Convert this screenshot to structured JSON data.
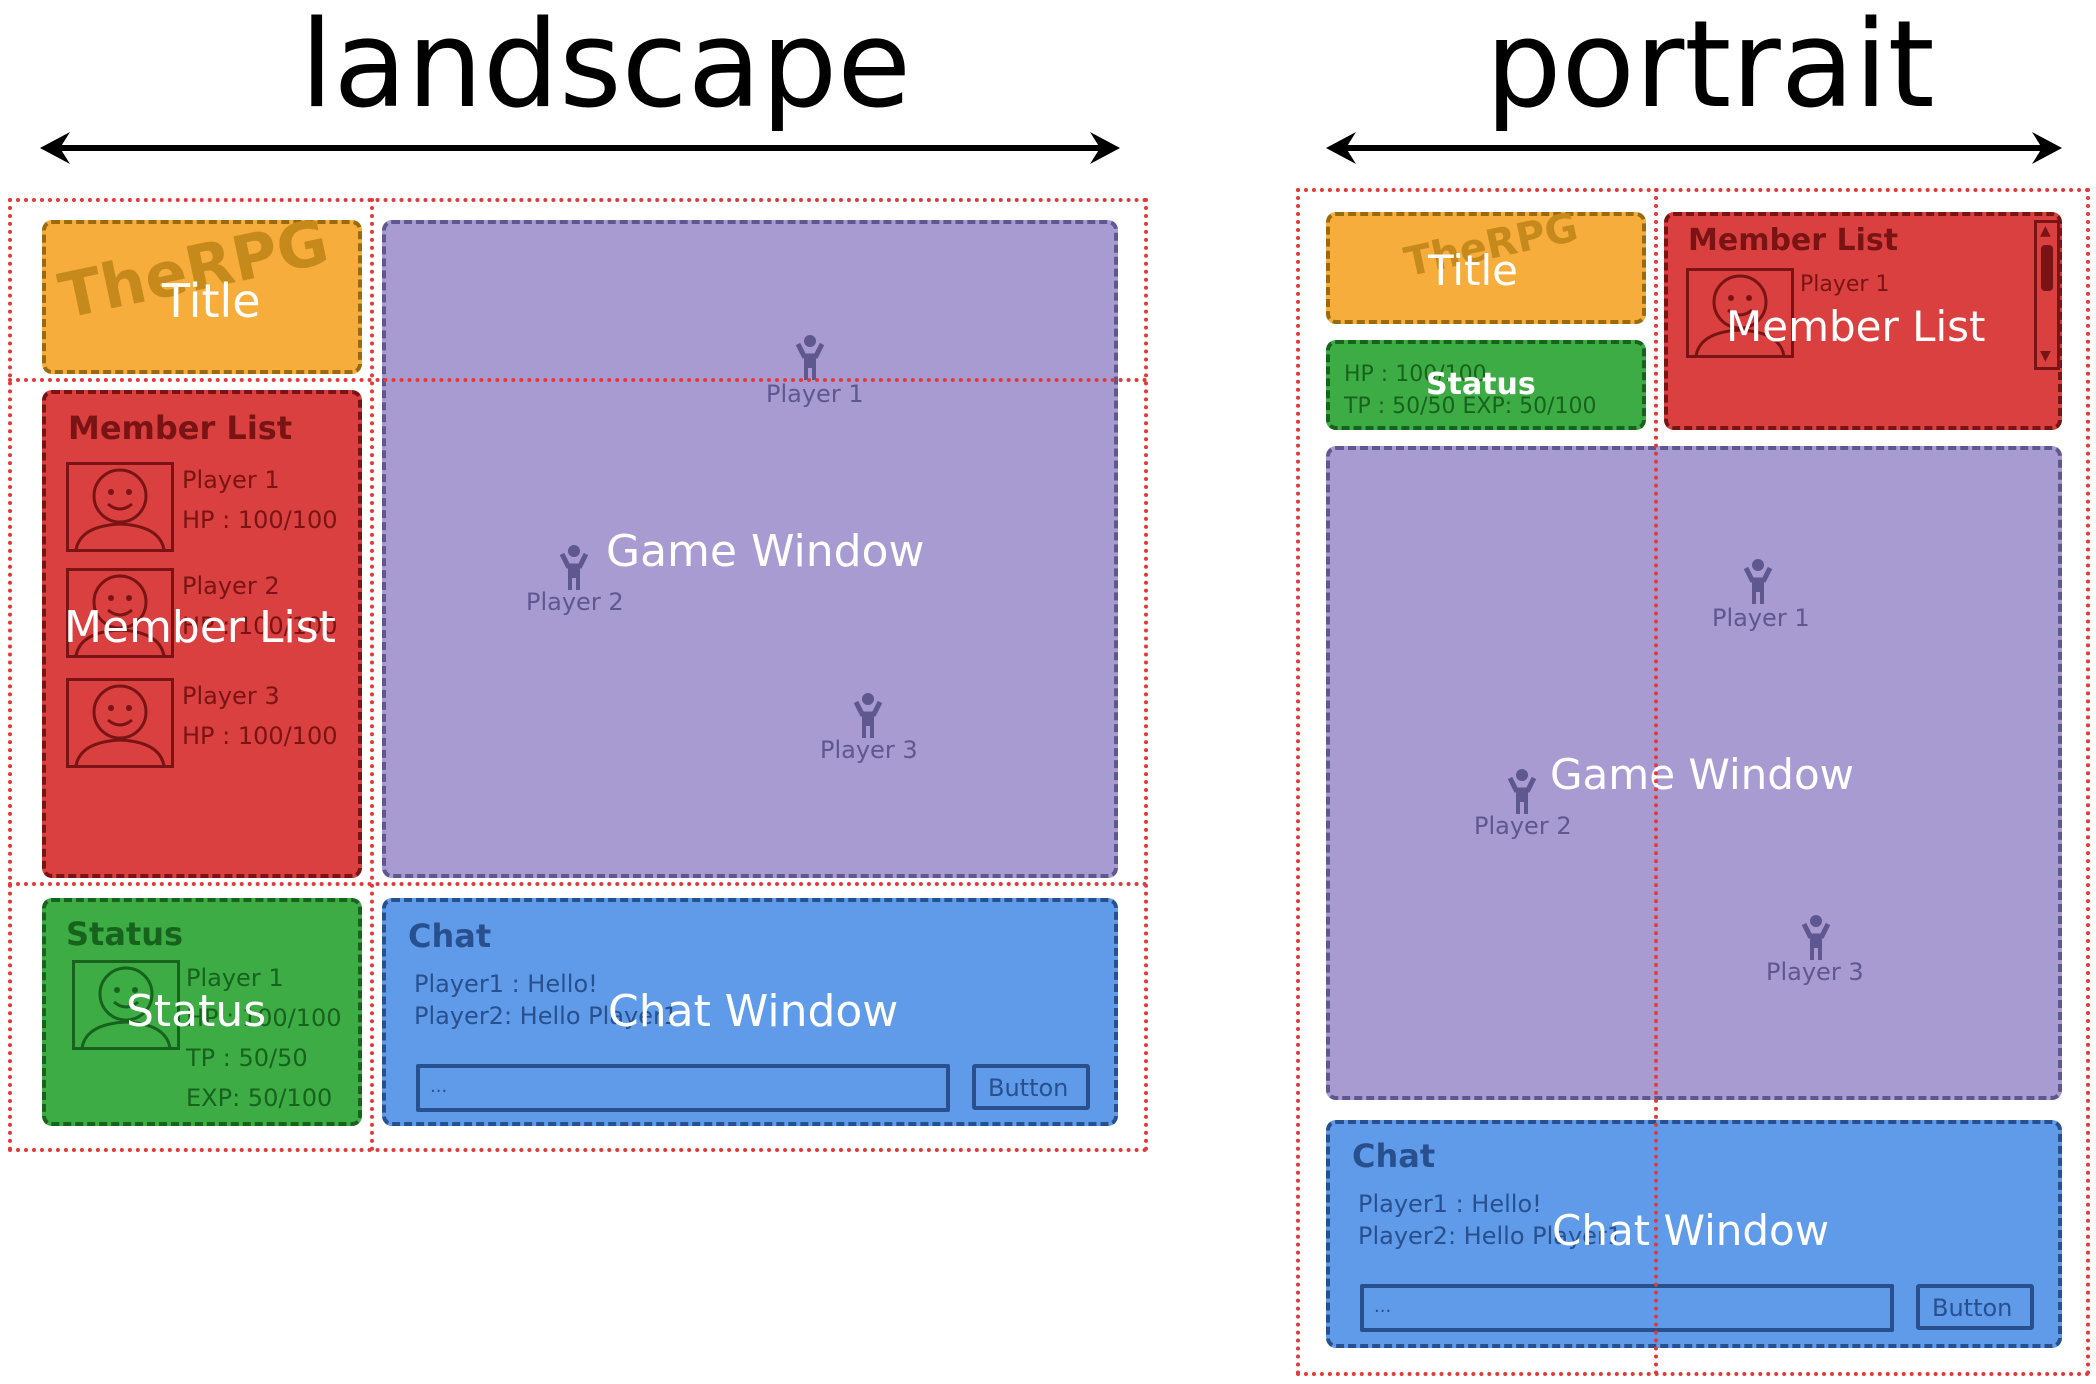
{
  "headings": {
    "landscape": "landscape",
    "portrait": "portrait"
  },
  "labels": {
    "title": "Title",
    "member_list": "Member List",
    "game_window": "Game Window",
    "status": "Status",
    "chat_window": "Chat Window"
  },
  "watermark": "TheRPG",
  "member_list": {
    "header": "Member List",
    "players": [
      {
        "name": "Player 1",
        "hp": "HP : 100/100"
      },
      {
        "name": "Player 2",
        "hp": "HP : 100/100"
      },
      {
        "name": "Player 3",
        "hp": "HP : 100/100"
      }
    ]
  },
  "status": {
    "header": "Status",
    "player": "Player 1",
    "hp": "HP : 100/100",
    "tp": "TP : 50/50",
    "exp": "EXP: 50/100",
    "portrait_line1": "HP : 100/100",
    "portrait_line2": "TP : 50/50   EXP: 50/100"
  },
  "game": {
    "players": [
      "Player 1",
      "Player 2",
      "Player 3"
    ]
  },
  "chat": {
    "header": "Chat",
    "lines": [
      "Player1 : Hello!",
      "Player2: Hello Player1"
    ],
    "input_placeholder": "...",
    "button": "Button"
  },
  "colors": {
    "title": "#f6ad3b",
    "member_list": "#d9403f",
    "game_window": "#a89bd2",
    "status": "#3eac44",
    "chat": "#5f9be8",
    "guides": "#e23a3a"
  }
}
